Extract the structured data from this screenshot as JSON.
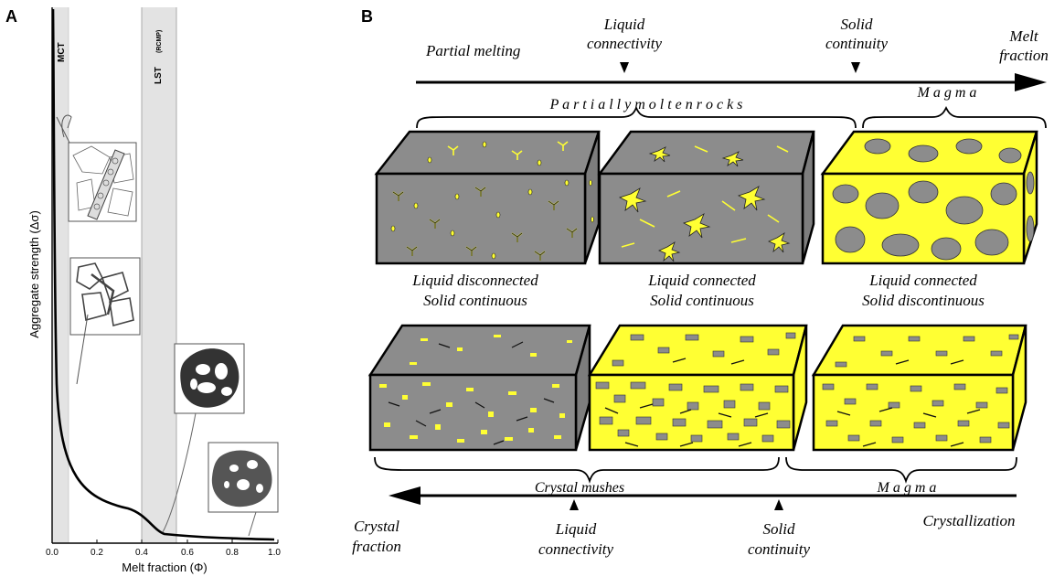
{
  "panel_a": {
    "label": "A",
    "mct_label": "MCT",
    "lst_label": "LST",
    "lst_sub": "(RCMP)",
    "ylabel": "Aggregate strength (Δσ)",
    "xlabel": "Melt fraction (Φ)",
    "xticks": [
      "0.0",
      "0.2",
      "0.4",
      "0.6",
      "0.8",
      "1.0"
    ]
  },
  "panel_b": {
    "label": "B",
    "top_left_text": "Partial melting",
    "top_liquid_1": "Liquid",
    "top_liquid_2": "connectivity",
    "top_solid_1": "Solid",
    "top_solid_2": "continuity",
    "top_melt_1": "Melt",
    "top_melt_2": "fraction",
    "brace_pmr": "P a r t i a l l y   m o l t e n   r o c k s",
    "brace_magma_top": "M a g m a",
    "caption1_1": "Liquid disconnected",
    "caption1_2": "Solid continuous",
    "caption2_1": "Liquid connected",
    "caption2_2": "Solid continuous",
    "caption3_1": "Liquid connected",
    "caption3_2": "Solid discontinuous",
    "brace_mush": "Crystal  mushes",
    "brace_magma_bottom": "M a g m a",
    "bottom_crystal_1": "Crystal",
    "bottom_crystal_2": "fraction",
    "bottom_liquid_1": "Liquid",
    "bottom_liquid_2": "connectivity",
    "bottom_solid_1": "Solid",
    "bottom_solid_2": "continuity",
    "bottom_right_text": "Crystallization"
  },
  "colors": {
    "melt": "#ffff33",
    "grain": "#8c8c8c",
    "band": "#e3e3e3"
  }
}
